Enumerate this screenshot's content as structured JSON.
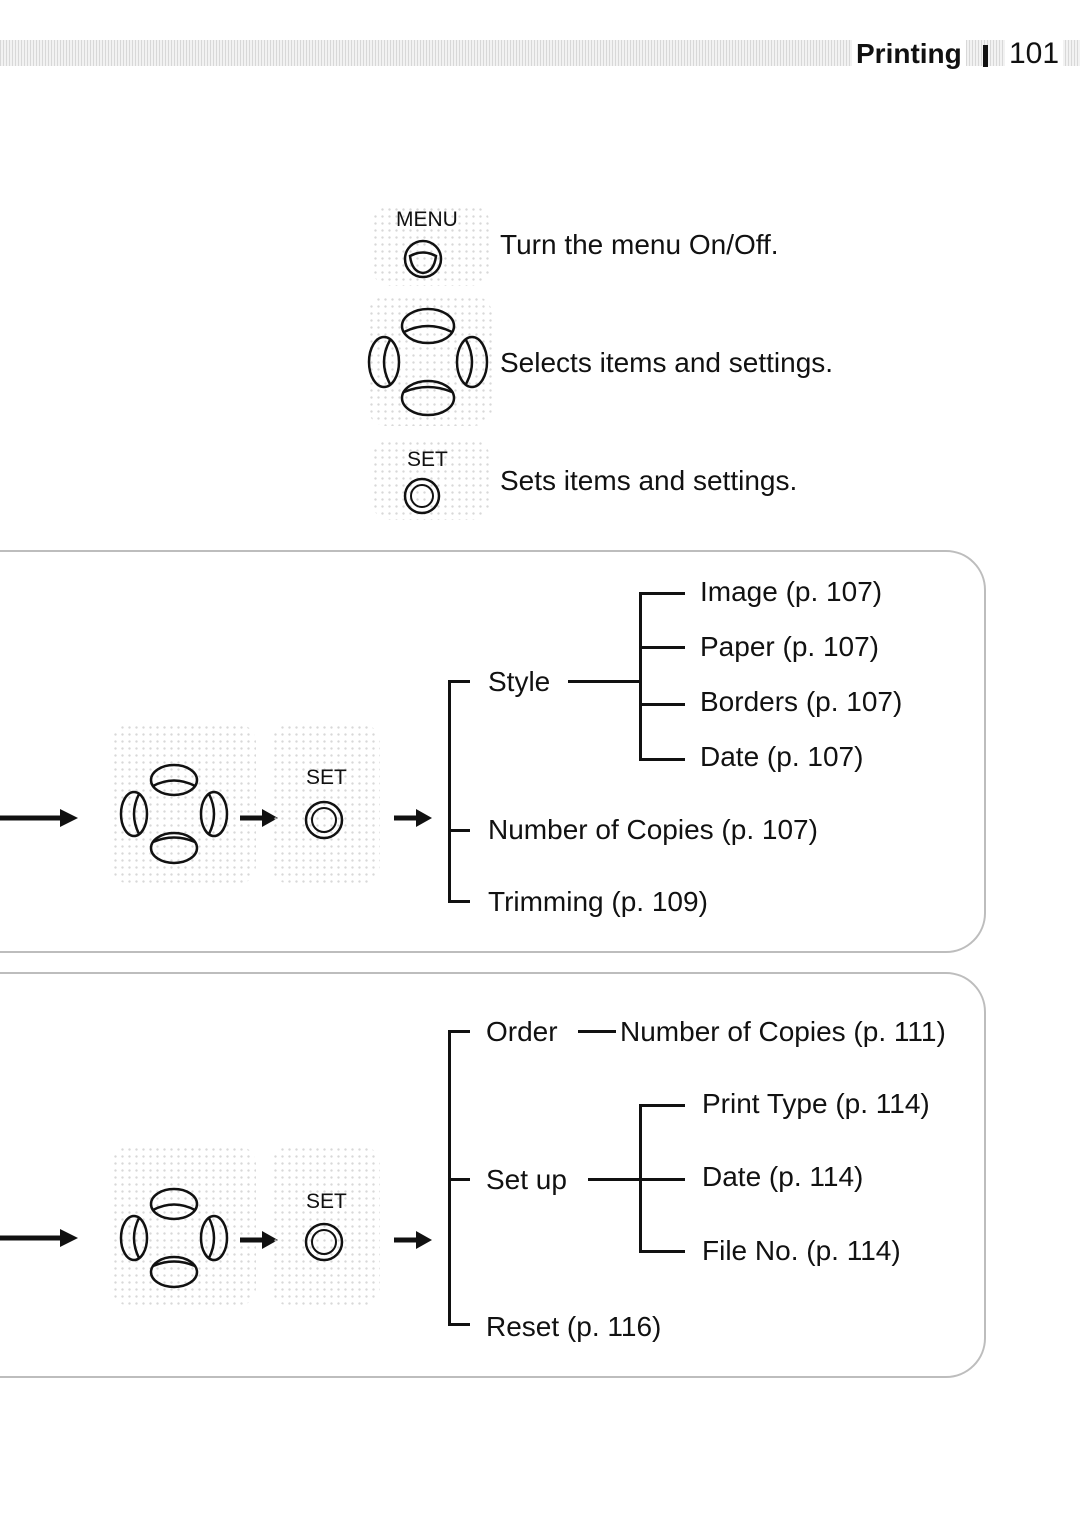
{
  "header": {
    "section": "Printing",
    "page_number": "101"
  },
  "legend": [
    {
      "button": "MENU",
      "icon": "menu-button-icon",
      "text": "Turn the menu On/Off."
    },
    {
      "button": "",
      "icon": "four-way-controller-icon",
      "text": "Selects items and settings."
    },
    {
      "button": "SET",
      "icon": "set-button-icon",
      "text": "Sets items and settings."
    }
  ],
  "panel1": {
    "set_label": "SET",
    "style": "Style",
    "style_items": [
      "Image (p. 107)",
      "Paper (p. 107)",
      "Borders (p. 107)",
      "Date (p. 107)"
    ],
    "copies": "Number of Copies (p. 107)",
    "trimming": "Trimming (p. 109)"
  },
  "panel2": {
    "set_label": "SET",
    "order": "Order",
    "order_item": "Number of Copies (p. 111)",
    "setup": "Set up",
    "setup_items": [
      "Print Type (p. 114)",
      "Date (p. 114)",
      "File No. (p. 114)"
    ],
    "reset": "Reset (p. 116)"
  }
}
